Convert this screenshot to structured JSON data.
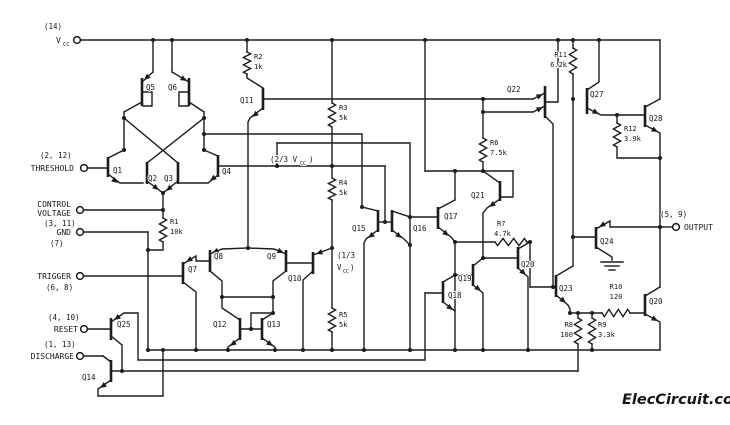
{
  "watermark": "ElecCircuit.com",
  "terminals": {
    "vcc": {
      "name": "V",
      "sub": "CC",
      "pins": "(14)"
    },
    "threshold": {
      "name": "THRESHOLD",
      "pins": "(2, 12)"
    },
    "control_voltage": {
      "name1": "CONTROL",
      "name2": "VOLTAGE",
      "pins": "(3, 11)"
    },
    "gnd": {
      "name": "GND",
      "pins": "(7)"
    },
    "trigger": {
      "name": "TRIGGER",
      "pins": "(6, 8)"
    },
    "reset": {
      "name": "RESET",
      "pins": "(4, 10)"
    },
    "discharge": {
      "name": "DISCHARGE",
      "pins": "(1, 13)"
    },
    "output": {
      "name": "OUTPUT",
      "pins": "(5, 9)"
    }
  },
  "transistors": {
    "q1": "Q1",
    "q2": "Q2",
    "q3": "Q3",
    "q4": "Q4",
    "q5": "Q5",
    "q6": "Q6",
    "q7": "Q7",
    "q8": "Q8",
    "q9": "Q9",
    "q10": "Q10",
    "q11": "Q11",
    "q12": "Q12",
    "q13": "Q13",
    "q14": "Q14",
    "q15": "Q15",
    "q16": "Q16",
    "q17": "Q17",
    "q18": "Q18",
    "q19": "Q19",
    "q20m": "Q20",
    "q20b": "Q20",
    "q21": "Q21",
    "q22": "Q22",
    "q23": "Q23",
    "q24": "Q24",
    "q25": "Q25",
    "q27": "Q27",
    "q28": "Q28"
  },
  "resistors": {
    "r1": {
      "name": "R1",
      "value": "10k"
    },
    "r2": {
      "name": "R2",
      "value": "1k"
    },
    "r3": {
      "name": "R3",
      "value": "5k"
    },
    "r4": {
      "name": "R4",
      "value": "5k"
    },
    "r5": {
      "name": "R5",
      "value": "5k"
    },
    "r6": {
      "name": "R6",
      "value": "7.5k"
    },
    "r7": {
      "name": "R7",
      "value": "4.7k"
    },
    "r8": {
      "name": "R8",
      "value": "100"
    },
    "r9": {
      "name": "R9",
      "value": "3.3k"
    },
    "r10": {
      "name": "R10",
      "value": "120"
    },
    "r11": {
      "name": "R11",
      "value": "6.2k"
    },
    "r12": {
      "name": "R12",
      "value": "3.9k"
    }
  },
  "nets": {
    "two_thirds_pre": "(2/3 V",
    "sub": "CC",
    "close": ")",
    "one_third_line1": "(1/3",
    "v": "V",
    "sub2": "CC",
    "close2": ")"
  },
  "colors": {
    "ink": "#1c1c1c",
    "background": "#ffffff"
  }
}
